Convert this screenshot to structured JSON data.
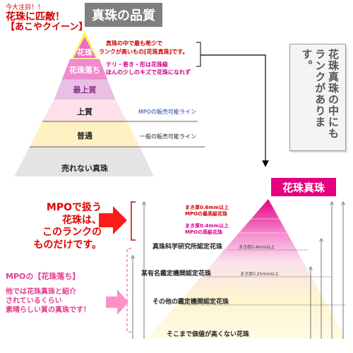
{
  "header": {
    "title": "真珠の品質",
    "tagline_small": "今大注目！！",
    "tagline_line1": "花珠に匹敵！",
    "tagline_line2": "【あこやクイーン】"
  },
  "top_pyramid": {
    "tiers": [
      {
        "label": "花珠",
        "desc_line1": "真珠の中で最も希少で",
        "desc_line2": "ランクが高いもの[花珠真珠]です。"
      },
      {
        "label": "花珠落ち",
        "desc_line1": "テリ・巻き・形は花珠級",
        "desc_line2": "ほんの少しのキズで花珠になれず"
      },
      {
        "label": "最上質",
        "desc_line1": "",
        "desc_line2": ""
      },
      {
        "label": "上質",
        "desc_line1": "MPOの販売可能ライン",
        "desc_line2": ""
      },
      {
        "label": "普通",
        "desc_line1": "一般の販売可能ライン",
        "desc_line2": ""
      },
      {
        "label": "売れない真珠",
        "desc_line1": "",
        "desc_line2": ""
      }
    ]
  },
  "side_note": "花珠真珠の中にもランクがあります。",
  "bottom": {
    "title": "花珠真珠",
    "mpo_text": "MPOで扱う花珠は、このランクのものだけです。",
    "mpo_lines": [
      "MPOで扱う",
      "花珠は、",
      "このランクの",
      "ものだけです。"
    ],
    "ochi_heading": "MPOの【花珠落ち】",
    "ochi_lines": [
      "他では花珠真珠と紹介",
      "されているくらい",
      "素晴らしい質の真珠です！"
    ],
    "red_note_line1": "まき厚0.6mm以上",
    "red_note_line2": "MPOの最高級花珠",
    "pink_note_line1": "まき厚0.4mm以上",
    "pink_note_line2": "MPOの高級花珠",
    "tiers": [
      {
        "label": "真珠科学研究所認定花珠",
        "note": "まき厚0.4mm以上"
      },
      {
        "label": "某有名鑑定機関認定花珠",
        "note": "まき厚0.25mm以上"
      },
      {
        "label": "その他の鑑定機関認定花珠",
        "note": ""
      },
      {
        "label": "そこまで価値が高くない花珠",
        "note": ""
      }
    ]
  },
  "colors": {
    "title_bg": "#7f7f7f",
    "hana_pink": "#e6007e",
    "red": "#e00000"
  }
}
